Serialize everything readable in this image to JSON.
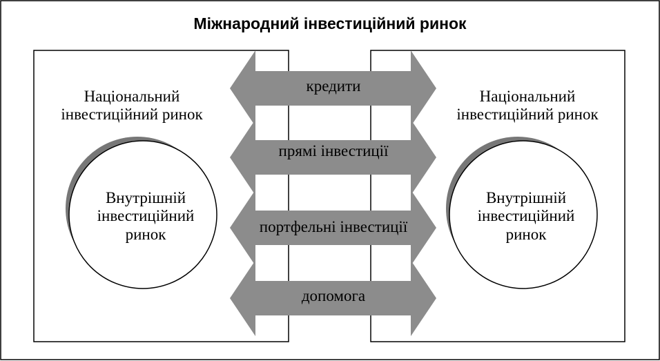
{
  "title": "Міжнародний інвестиційний ринок",
  "left_market": {
    "label_lines": [
      "Національний",
      "інвестиційний ринок"
    ],
    "inner_lines": [
      "Внутрішній",
      "інвестиційний",
      "ринок"
    ]
  },
  "right_market": {
    "label_lines": [
      "Національний",
      "інвестиційний ринок"
    ],
    "inner_lines": [
      "Внутрішній",
      "інвестиційний",
      "ринок"
    ]
  },
  "flows": [
    {
      "label": "кредити"
    },
    {
      "label": "прямі інвестиції"
    },
    {
      "label": "портфельні інвестиції"
    },
    {
      "label": "допомога"
    }
  ],
  "colors": {
    "arrow": "#8c8c8c",
    "shadow": "#777777",
    "border": "#000000"
  }
}
